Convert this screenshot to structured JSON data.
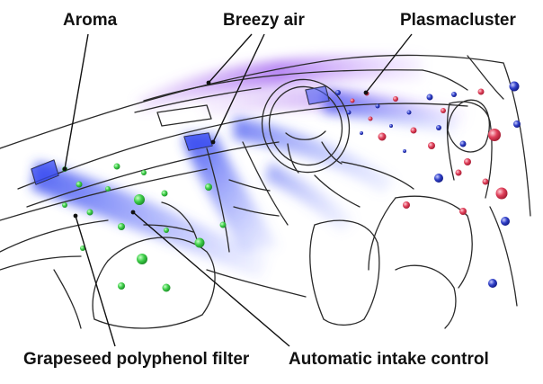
{
  "labels": {
    "aroma": "Aroma",
    "breezy_air": "Breezy air",
    "plasmacluster": "Plasmacluster",
    "filter": "Grapeseed polyphenol filter",
    "intake": "Automatic intake control"
  },
  "colors": {
    "outline": "#2a2a2a",
    "airflow_blue": "#4a5cf0",
    "airflow_violet": "#b070f0",
    "aroma_particle": "#3fcf4a",
    "cluster_red": "#e0405a",
    "cluster_blue": "#3040c8"
  },
  "icons": {
    "aroma_particles": "green-sphere-icon",
    "plasma_particles": "red-blue-sphere-icon"
  }
}
